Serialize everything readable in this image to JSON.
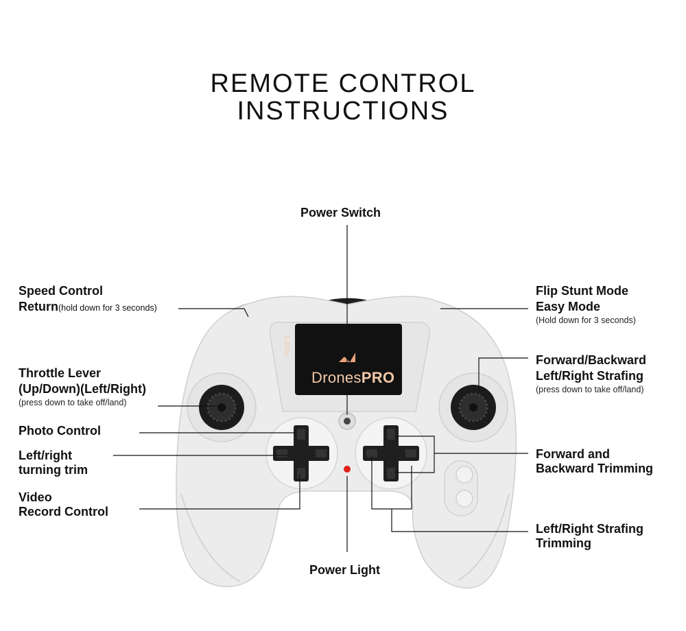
{
  "title": {
    "line1": "REMOTE CONTROL",
    "line2": "INSTRUCTIONS"
  },
  "screen": {
    "brand_main": "Drones",
    "brand_suffix": "PRO",
    "freq": "2.4Ghz"
  },
  "labels": {
    "power_switch": "Power Switch",
    "power_light": "Power Light",
    "speed_control": "Speed Control",
    "return_label": "Return",
    "return_note": "(hold down for 3 seconds)",
    "flip_stunt": "Flip Stunt Mode",
    "easy_mode": "Easy Mode",
    "easy_note": "(Hold down for 3 seconds)",
    "throttle_1": "Throttle Lever",
    "throttle_2": "(Up/Down)(Left/Right)",
    "throttle_note": "(press down to take off/land)",
    "fwd_1": "Forward/Backward",
    "fwd_2": "Left/Right Strafing",
    "fwd_note": "(press down to take off/land)",
    "photo": "Photo Control",
    "trim_1": "Left/right",
    "trim_2": "turning trim",
    "video_1": "Video",
    "video_2": "Record Control",
    "fb_trim_1": "Forward and",
    "fb_trim_2": "Backward Trimming",
    "strafe_trim_1": "Left/Right Strafing",
    "strafe_trim_2": "Trimming"
  },
  "colors": {
    "body": "#e9e9e9",
    "outline": "#c9c9c9",
    "dark": "#1e1e1e",
    "led": "#e0201a",
    "screen_text": "#f1c8a8"
  }
}
